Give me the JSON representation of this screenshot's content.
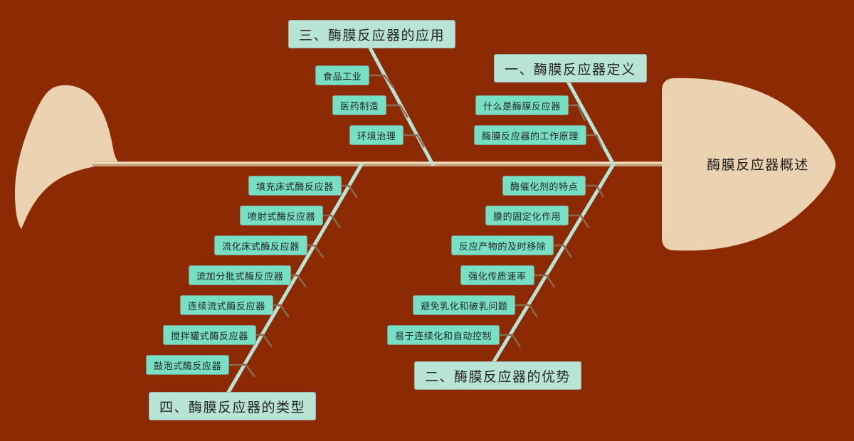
{
  "diagram": {
    "type": "fishbone",
    "background_color": "#8C2A04",
    "head": {
      "label": "酶膜反应器概述",
      "fill_color": "#EBD2B0"
    },
    "tail": {
      "fill_color": "#EBD2B0"
    },
    "spine": {
      "color": "#EBD2B0"
    },
    "rib_color": "#B8E4D6",
    "section_box_color": "#B8E4D6",
    "leaf_box_color": "#76DFC4",
    "connector_color": "#8a6a50",
    "branches": [
      {
        "id": "definition",
        "title": "一、酶膜反应器定义",
        "side": "top",
        "items": [
          "什么是酶膜反应器",
          "酶膜反应器的工作原理"
        ]
      },
      {
        "id": "application",
        "title": "三、酶膜反应器的应用",
        "side": "top",
        "items": [
          "食品工业",
          "医药制造",
          "环境治理"
        ]
      },
      {
        "id": "advantages",
        "title": "二、酶膜反应器的优势",
        "side": "bottom",
        "items": [
          "酶催化剂的特点",
          "膜的固定化作用",
          "反应产物的及时移除",
          "强化传质速率",
          "避免乳化和破乳问题",
          "易于连续化和自动控制"
        ]
      },
      {
        "id": "types",
        "title": "四、酶膜反应器的类型",
        "side": "bottom",
        "items": [
          "填充床式酶反应器",
          "喷射式酶反应器",
          "流化床式酶反应器",
          "流加分批式酶反应器",
          "连续流式酶反应器",
          "搅拌罐式酶反应器",
          "鼓泡式酶反应器"
        ]
      }
    ]
  }
}
